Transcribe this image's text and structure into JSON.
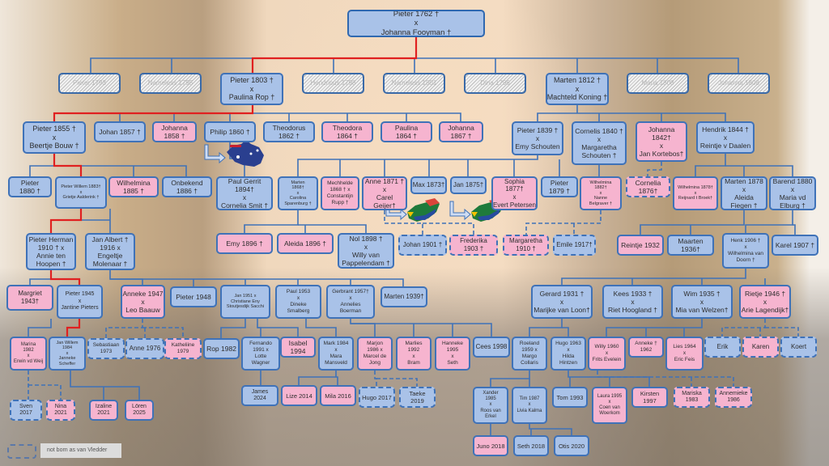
{
  "colors": {
    "male": "#a9c2e8",
    "female": "#f6b4cf",
    "border": "#3f72b8",
    "direct_line": "#e02020"
  },
  "nodes": [
    {
      "lines": [
        "Pieter 1762 †",
        "x",
        "Johanna Fooyman †"
      ],
      "type": "blue"
    },
    {
      "lines": [
        "Pieter 1793"
      ],
      "type": "hatched"
    },
    {
      "lines": [
        "Nameless 1795"
      ],
      "type": "hatched"
    },
    {
      "lines": [
        "Pieter 1803 †",
        "x",
        "Paulina Rop †"
      ],
      "type": "blue"
    },
    {
      "lines": [
        "Hendricus 1798"
      ],
      "type": "hatched"
    },
    {
      "lines": [
        "Nameless 1801"
      ],
      "type": "hatched"
    },
    {
      "lines": [
        "Dina 1796"
      ],
      "type": "hatched"
    },
    {
      "lines": [
        "Marten 1812 †",
        "x",
        "Machteld Koning †"
      ],
      "type": "blue"
    },
    {
      "lines": [
        "Maria 1808"
      ],
      "type": "hatched"
    },
    {
      "lines": [
        "Johanna 1808"
      ],
      "type": "hatched"
    },
    {
      "lines": [
        "Pieter 1855 †",
        "x",
        "Beertje Bouw †"
      ],
      "type": "blue"
    },
    {
      "lines": [
        "Johan 1857 †"
      ],
      "type": "blue"
    },
    {
      "lines": [
        "Johanna",
        "1858 †"
      ],
      "type": "pink"
    },
    {
      "lines": [
        "Philip 1860 †"
      ],
      "type": "blue"
    },
    {
      "lines": [
        "Theodorus",
        "1862 †"
      ],
      "type": "blue"
    },
    {
      "lines": [
        "Theodora",
        "1864 †"
      ],
      "type": "pink"
    },
    {
      "lines": [
        "Paulina",
        "1864 †"
      ],
      "type": "pink"
    },
    {
      "lines": [
        "Johanna",
        "1867 †"
      ],
      "type": "pink"
    },
    {
      "lines": [
        "Pieter 1839 †",
        "x",
        "Emy Schouten"
      ],
      "type": "blue"
    },
    {
      "lines": [
        "Cornelis 1840 †",
        "x",
        "Margaretha",
        "Schouten †"
      ],
      "type": "blue"
    },
    {
      "lines": [
        "Johanna",
        "1842†",
        "x",
        "Jan Kortebos†"
      ],
      "type": "pink"
    },
    {
      "lines": [
        "Hendrik 1844 †",
        "x",
        "Reintje v Daalen"
      ],
      "type": "blue"
    },
    {
      "lines": [
        "Pieter",
        "1880 †"
      ],
      "type": "blue"
    },
    {
      "lines": [
        "Pieter Willem 1883†",
        "x",
        "Grietje Aalderink †"
      ],
      "type": "blue"
    },
    {
      "lines": [
        "Wilhelmina",
        "1885 †"
      ],
      "type": "pink"
    },
    {
      "lines": [
        "Onbekend",
        "1886 †"
      ],
      "type": "blue"
    },
    {
      "lines": [
        "Paul Gerrit",
        "1894†",
        "x",
        "Cornelia Smit †"
      ],
      "type": "blue"
    },
    {
      "lines": [
        "Marten",
        "1868†",
        "x",
        "Carolina",
        "Sparenburg †"
      ],
      "type": "blue"
    },
    {
      "lines": [
        "Mechhelde",
        "1868 † x",
        "Constantijn",
        "Rupp †"
      ],
      "type": "pink"
    },
    {
      "lines": [
        "Anne 1871 †",
        "x",
        "Carel",
        "Geijer†"
      ],
      "type": "pink"
    },
    {
      "lines": [
        "Max 1873†"
      ],
      "type": "blue"
    },
    {
      "lines": [
        "Jan 1875†"
      ],
      "type": "blue"
    },
    {
      "lines": [
        "Sophia",
        "1877†",
        "x",
        "Evert Petersen"
      ],
      "type": "pink"
    },
    {
      "lines": [
        "Pieter",
        "1879 †"
      ],
      "type": "blue"
    },
    {
      "lines": [
        "Wilhelmina",
        "1882†",
        "x",
        "Nanne",
        "Belgraver †"
      ],
      "type": "pink"
    },
    {
      "lines": [
        "Cornelia",
        "1876†"
      ],
      "type": "pink",
      "dashed": true
    },
    {
      "lines": [
        "Wilhelmina 1878†",
        "x",
        "Reijnard t Broek†"
      ],
      "type": "pink"
    },
    {
      "lines": [
        "Marten 1878",
        "x",
        "Aleida",
        "Fiegen †"
      ],
      "type": "blue"
    },
    {
      "lines": [
        "Barend 1880",
        "x",
        "Maria vd",
        "Elburg †"
      ],
      "type": "blue"
    },
    {
      "lines": [
        "Pieter Herman",
        "1910 † x",
        "Annie ten",
        "Hoopen †"
      ],
      "type": "blue"
    },
    {
      "lines": [
        "Jan Albert †",
        "1916 x",
        "Engeltje",
        "Molenaar †"
      ],
      "type": "blue"
    },
    {
      "lines": [
        "Emy 1896 †"
      ],
      "type": "pink"
    },
    {
      "lines": [
        "Aleida 1896 †"
      ],
      "type": "pink"
    },
    {
      "lines": [
        "Nol 1898 †",
        "x",
        "Willy van",
        "Pappelendam †"
      ],
      "type": "blue"
    },
    {
      "lines": [
        "Johan 1901 †"
      ],
      "type": "blue",
      "dashed": true
    },
    {
      "lines": [
        "Frederika",
        "1903 †"
      ],
      "type": "pink",
      "dashed": true
    },
    {
      "lines": [
        "Margaretha",
        "1910 †"
      ],
      "type": "pink",
      "dashed": true
    },
    {
      "lines": [
        "Emile 1917†"
      ],
      "type": "blue",
      "dashed": true
    },
    {
      "lines": [
        "Reintje 1932"
      ],
      "type": "pink"
    },
    {
      "lines": [
        "Maarten",
        "1936†"
      ],
      "type": "blue"
    },
    {
      "lines": [
        "Henk 1906 †",
        "x",
        "Wilhelmina van",
        "Doorn †"
      ],
      "type": "blue"
    },
    {
      "lines": [
        "Karel 1907 †"
      ],
      "type": "blue"
    },
    {
      "lines": [
        "Margriet",
        "1943†"
      ],
      "type": "pink"
    },
    {
      "lines": [
        "Pieter 1945",
        "x",
        "Jantine Pieters"
      ],
      "type": "blue"
    },
    {
      "lines": [
        "Anneke 1947",
        "x",
        "Leo Baauw"
      ],
      "type": "pink"
    },
    {
      "lines": [
        "Pieter 1948"
      ],
      "type": "blue"
    },
    {
      "lines": [
        "Jan 1951 x",
        "Christiane   Eny",
        "Stoutjesdijk  Sacchi"
      ],
      "type": "blue"
    },
    {
      "lines": [
        "Paul 1953",
        "x",
        "Dineke",
        "Smalberg"
      ],
      "type": "blue"
    },
    {
      "lines": [
        "Gerbrant 1957†",
        "x",
        "Annelies",
        "Boerman"
      ],
      "type": "blue"
    },
    {
      "lines": [
        "Marten 1939†"
      ],
      "type": "blue"
    },
    {
      "lines": [
        "Gerard 1931 †",
        "x",
        "Marijke van Loon†"
      ],
      "type": "blue"
    },
    {
      "lines": [
        "Kees 1933 †",
        "x",
        "Riet Hoogland †"
      ],
      "type": "blue"
    },
    {
      "lines": [
        "Wim 1935 †",
        "x",
        "Mia van Welzen†"
      ],
      "type": "blue"
    },
    {
      "lines": [
        "Rietje 1946 †",
        "x",
        "Arie Lagendijk†"
      ],
      "type": "pink"
    },
    {
      "lines": [
        "Marina",
        "1982",
        "x",
        "Erwin vd Weij"
      ],
      "type": "pink"
    },
    {
      "lines": [
        "Jan Willem",
        "1984",
        "x",
        "Janneke",
        "Scheffer"
      ],
      "type": "blue"
    },
    {
      "lines": [
        "Sebastiaan",
        "1973"
      ],
      "type": "blue",
      "dashed": true
    },
    {
      "lines": [
        "Anne 1976"
      ],
      "type": "blue",
      "dashed": true
    },
    {
      "lines": [
        "Katheliine",
        "1979"
      ],
      "type": "pink",
      "dashed": true
    },
    {
      "lines": [
        "Rop 1982"
      ],
      "type": "blue"
    },
    {
      "lines": [
        "Fernando",
        "1991 x",
        "Lotte",
        "Wagner"
      ],
      "type": "blue"
    },
    {
      "lines": [
        "Isabel",
        "1994"
      ],
      "type": "pink"
    },
    {
      "lines": [
        "Mark 1984",
        "x",
        "Mara",
        "Mansveld"
      ],
      "type": "blue"
    },
    {
      "lines": [
        "Marjon",
        "1986 x",
        "Marcel de",
        "Jong"
      ],
      "type": "pink"
    },
    {
      "lines": [
        "Marlies",
        "1992",
        "x",
        "Bram"
      ],
      "type": "pink"
    },
    {
      "lines": [
        "Hanneke",
        "1995",
        "x",
        "Seth"
      ],
      "type": "pink"
    },
    {
      "lines": [
        "Cees 1998"
      ],
      "type": "blue"
    },
    {
      "lines": [
        "Roeland",
        "1959 x",
        "Margo",
        "Collaris"
      ],
      "type": "blue"
    },
    {
      "lines": [
        "Hugo 1963",
        "x",
        "Hilda",
        "Hintzen"
      ],
      "type": "blue"
    },
    {
      "lines": [
        "Willy 1960",
        "x",
        "Frits Evelein"
      ],
      "type": "pink"
    },
    {
      "lines": [
        "Anneke †",
        "1962"
      ],
      "type": "pink"
    },
    {
      "lines": [
        "Lies 1964",
        "x",
        "Eric Feis"
      ],
      "type": "pink"
    },
    {
      "lines": [
        "Erik"
      ],
      "type": "blue",
      "dashed": true
    },
    {
      "lines": [
        "Karen"
      ],
      "type": "pink",
      "dashed": true
    },
    {
      "lines": [
        "Koert"
      ],
      "type": "blue",
      "dashed": true
    },
    {
      "lines": [
        "Sven",
        "2017"
      ],
      "type": "blue",
      "dashed": true
    },
    {
      "lines": [
        "Nina",
        "2021"
      ],
      "type": "pink",
      "dashed": true
    },
    {
      "lines": [
        "Izaline",
        "2021"
      ],
      "type": "pink"
    },
    {
      "lines": [
        "Lören",
        "2025"
      ],
      "type": "pink"
    },
    {
      "lines": [
        "James",
        "2024"
      ],
      "type": "blue"
    },
    {
      "lines": [
        "Lize 2014"
      ],
      "type": "pink"
    },
    {
      "lines": [
        "Mila 2016"
      ],
      "type": "pink"
    },
    {
      "lines": [
        "Hugo 2017"
      ],
      "type": "blue",
      "dashed": true
    },
    {
      "lines": [
        "Taeke",
        "2019"
      ],
      "type": "blue",
      "dashed": true
    },
    {
      "lines": [
        "Xander",
        "1985",
        "x",
        "Roos van",
        "Erkel"
      ],
      "type": "blue"
    },
    {
      "lines": [
        "Tim 1987",
        "x",
        "Livia Kalma"
      ],
      "type": "blue"
    },
    {
      "lines": [
        "Tom 1993"
      ],
      "type": "blue"
    },
    {
      "lines": [
        "Laura 1995",
        "x",
        "Coen van",
        "Woerkom"
      ],
      "type": "pink"
    },
    {
      "lines": [
        "Kirsten",
        "1997"
      ],
      "type": "pink"
    },
    {
      "lines": [
        "Mariska",
        "1983"
      ],
      "type": "pink",
      "dashed": true
    },
    {
      "lines": [
        "Annemieke",
        "1986"
      ],
      "type": "pink",
      "dashed": true
    },
    {
      "lines": [
        "Juno 2018"
      ],
      "type": "pink"
    },
    {
      "lines": [
        "Seth 2018"
      ],
      "type": "blue"
    },
    {
      "lines": [
        "Otis 2020"
      ],
      "type": "blue"
    }
  ],
  "emigration": [
    {
      "person": "Philip 1860",
      "icon": "australia-flag-icon"
    },
    {
      "person": "Max 1873",
      "icon": "south-africa-flag-icon"
    },
    {
      "person": "Jan 1875",
      "icon": "south-africa-flag-icon"
    }
  ],
  "legend": {
    "label": "not born as van Vledder"
  }
}
